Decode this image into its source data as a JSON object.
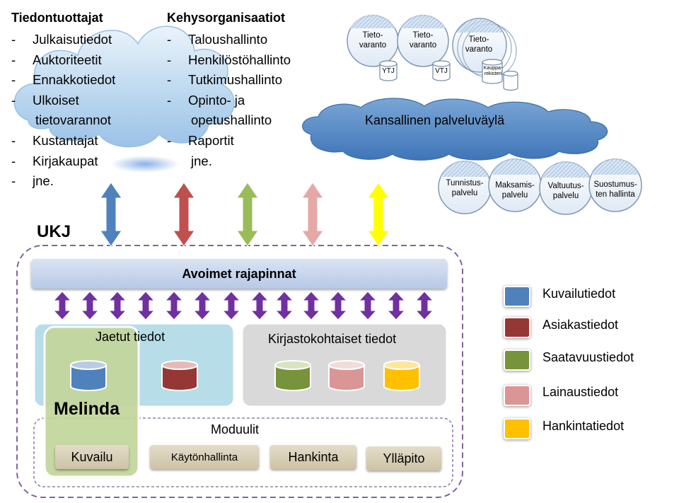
{
  "tiedontuottajat": {
    "title": "Tiedontuottajat",
    "items": [
      "Julkaisutiedot",
      "Auktoriteetit",
      "Ennakkotiedot",
      "Ulkoiset",
      "tietovarannot",
      "Kustantajat",
      "Kirjakaupat",
      "jne."
    ]
  },
  "kehysorganisaatiot": {
    "title": "Kehysorganisaatiot",
    "items": [
      "Taloushallinto",
      "Henkilöstöhallinto",
      "Tutkimushallinto",
      "Opinto- ja",
      "opetushallinto",
      "Raportit",
      "jne."
    ]
  },
  "tietovarannot": {
    "items": [
      {
        "label": "Tieto-varanto",
        "db": "YTJ"
      },
      {
        "label": "Tieto-varanto",
        "db": "VTJ"
      },
      {
        "label": "Tieto-varanto",
        "db": "Kauppa-rekisteri"
      }
    ]
  },
  "palveluvayla": "Kansallinen palveluväylä",
  "palvelut": [
    "Tunnistus-palvelu",
    "Maksamis-palvelu",
    "Valtuutus-palvelu",
    "Suostumus-ten hallinta"
  ],
  "ukj": "UKJ",
  "api": "Avoimet rajapinnat",
  "jaetut": "Jaetut tiedot",
  "kirjastokohtaiset": "Kirjastokohtaiset tiedot",
  "melinda": "Melinda",
  "moduulit": {
    "title": "Moduulit",
    "items": [
      "Kuvailu",
      "Käytönhallinta",
      "Hankinta",
      "Ylläpito"
    ]
  },
  "legend": [
    {
      "label": "Kuvailutiedot",
      "color": "#4f81bd"
    },
    {
      "label": "Asiakastiedot",
      "color": "#953735"
    },
    {
      "label": "Saatavuustiedot",
      "color": "#77933c"
    },
    {
      "label": "Lainaustiedot",
      "color": "#d99694"
    },
    {
      "label": "Hankintatiedot",
      "color": "#ffc000"
    }
  ],
  "colors": {
    "arrow_purple": "#7030a0",
    "arrow_blue": "#4f81bd",
    "arrow_red": "#c0504d",
    "arrow_green": "#9bbb59",
    "arrow_pink": "#e6a8a6",
    "arrow_yellow": "#ffff00"
  }
}
